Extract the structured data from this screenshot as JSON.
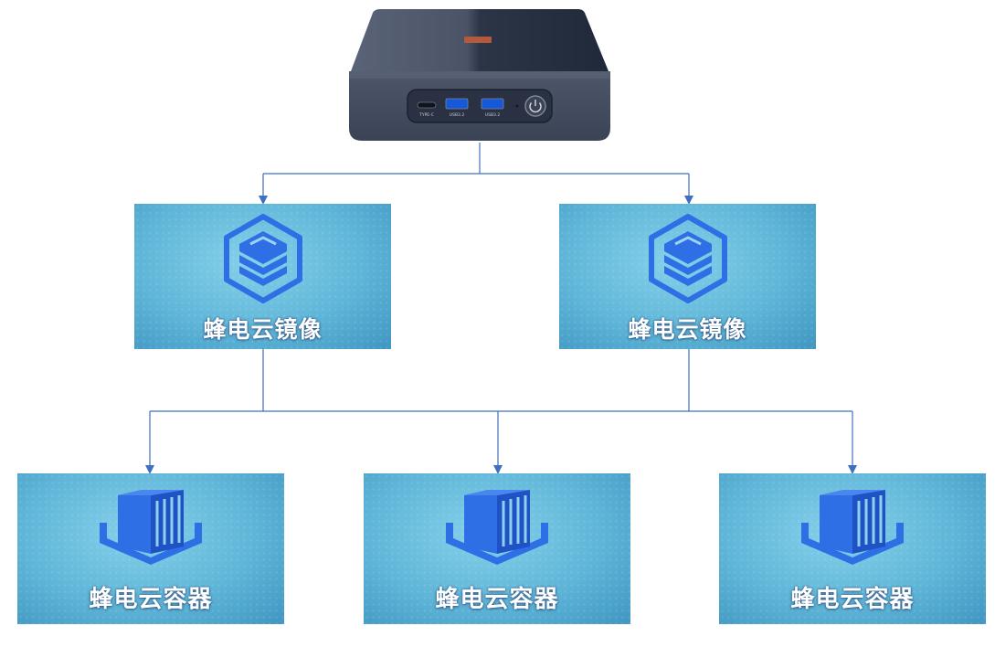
{
  "colors": {
    "connector": "#3f6fc0",
    "icon_blue": "#2e6fe6",
    "icon_dark": "#1f52c4",
    "label": "#ffffff"
  },
  "device": {
    "icon": "mini-pc",
    "ports": [
      {
        "icon": "usb-c-port",
        "label": "TYPE-C"
      },
      {
        "icon": "usb-a-port",
        "label": "USB3.2"
      },
      {
        "icon": "usb-a-port",
        "label": "USB3.2"
      }
    ],
    "power_icon": "power-icon"
  },
  "images": [
    {
      "label": "蜂电云镜像",
      "icon": "layered-stack-hexagon-icon"
    },
    {
      "label": "蜂电云镜像",
      "icon": "layered-stack-hexagon-icon"
    }
  ],
  "containers": [
    {
      "label": "蜂电云容器",
      "icon": "cargo-container-icon"
    },
    {
      "label": "蜂电云容器",
      "icon": "cargo-container-icon"
    },
    {
      "label": "蜂电云容器",
      "icon": "cargo-container-icon"
    }
  ]
}
